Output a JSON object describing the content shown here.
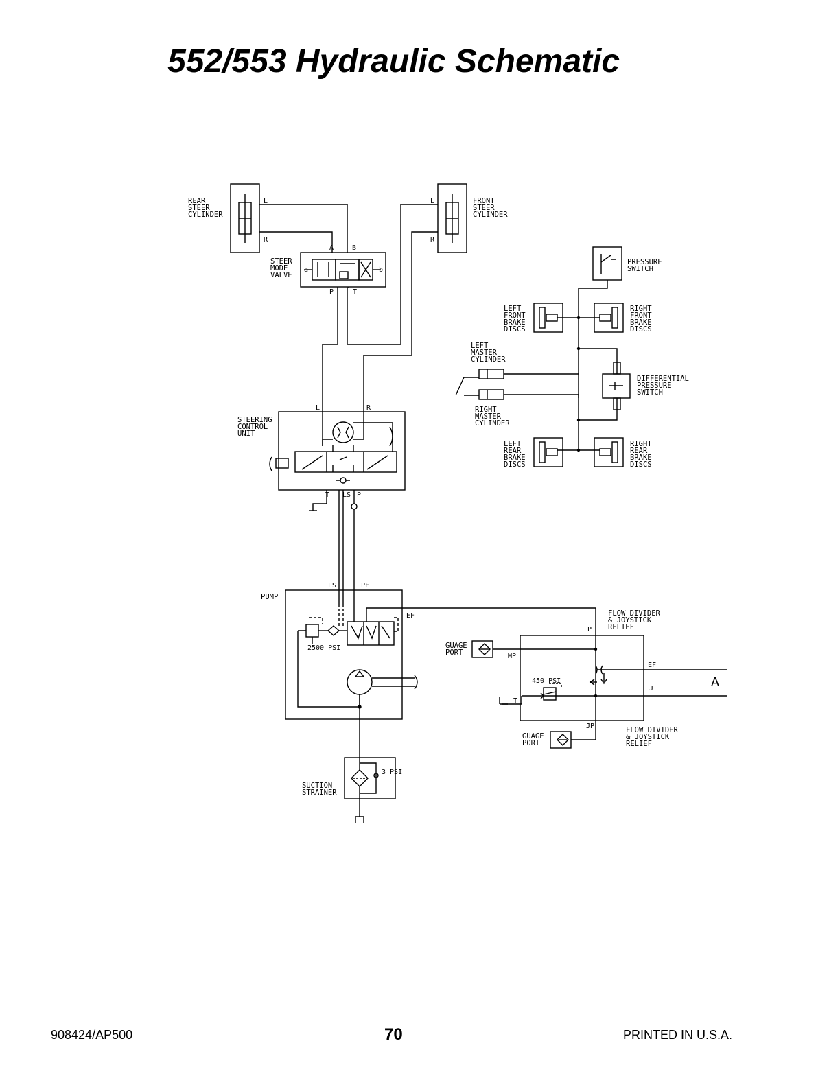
{
  "title": "552/553 Hydraulic Schematic",
  "footer": {
    "doc_number": "908424/AP500",
    "page_number": "70",
    "printed": "PRINTED IN U.S.A."
  },
  "components": {
    "rear_steer_cylinder": [
      "REAR",
      "STEER",
      "CYLINDER"
    ],
    "front_steer_cylinder": [
      "FRONT",
      "STEER",
      "CYLINDER"
    ],
    "steer_mode_valve": [
      "STEER",
      "MODE",
      "VALVE"
    ],
    "pressure_switch": [
      "PRESSURE",
      "SWITCH"
    ],
    "left_front_brake": [
      "LEFT",
      "FRONT",
      "BRAKE",
      "DISCS"
    ],
    "right_front_brake": [
      "RIGHT",
      "FRONT",
      "BRAKE",
      "DISCS"
    ],
    "left_master_cylinder": [
      "LEFT",
      "MASTER",
      "CYLINDER"
    ],
    "right_master_cylinder": [
      "RIGHT",
      "MASTER",
      "CYLINDER"
    ],
    "differential_pressure_switch": [
      "DIFFERENTIAL",
      "PRESSURE",
      "SWITCH"
    ],
    "left_rear_brake": [
      "LEFT",
      "REAR",
      "BRAKE",
      "DISCS"
    ],
    "right_rear_brake": [
      "RIGHT",
      "REAR",
      "BRAKE",
      "DISCS"
    ],
    "steering_control_unit": [
      "STEERING",
      "CONTROL",
      "UNIT"
    ],
    "pump": [
      "PUMP"
    ],
    "flow_divider_top": [
      "FLOW DIVIDER",
      "& JOYSTICK",
      "RELIEF"
    ],
    "flow_divider_bottom": [
      "FLOW DIVIDER",
      "& JOYSTICK",
      "RELIEF"
    ],
    "gauge_port_top": [
      "GUAGE",
      "PORT"
    ],
    "gauge_port_bottom": [
      "GUAGE",
      "PORT"
    ],
    "suction_strainer": [
      "SUCTION",
      "STRAINER"
    ]
  },
  "ports": {
    "rear_L": "L",
    "rear_R": "R",
    "front_L": "L",
    "front_R": "R",
    "smv_A": "A",
    "smv_B": "B",
    "smv_P": "P",
    "smv_T": "T",
    "smv_a": "a",
    "smv_b": "b",
    "scu_L": "L",
    "scu_R": "R",
    "scu_T": "T",
    "scu_LS": "LS",
    "scu_P": "P",
    "pump_LS": "LS",
    "pump_PF": "PF",
    "pump_EF": "EF",
    "fd_P": "P",
    "fd_MP": "MP",
    "fd_EF": "EF",
    "fd_J": "J",
    "fd_T": "T",
    "fd_JP": "JP"
  },
  "annotations": {
    "relief_2500": "2500 PSI",
    "relief_450": "450 PSI",
    "bypass_3": "3 PSI",
    "connector_A": "A"
  }
}
